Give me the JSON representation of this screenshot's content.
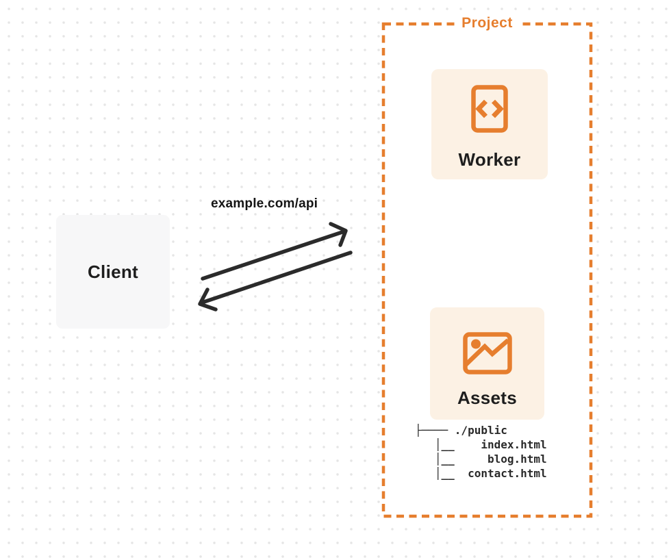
{
  "colors": {
    "orange": "#E67E2E",
    "node_bg": "#FCF1E4",
    "client_bg": "#F7F7F8",
    "ink": "#1E1E1E",
    "arrow": "#2B2B2B",
    "dot": "#E5E5E5"
  },
  "client": {
    "label": "Client"
  },
  "request": {
    "url_label": "example.com/api"
  },
  "arrows": {
    "request_direction": "client-to-project",
    "response_direction": "project-to-client"
  },
  "project": {
    "label": "Project",
    "worker": {
      "label": "Worker",
      "icon": "code-file-icon"
    },
    "assets": {
      "label": "Assets",
      "icon": "image-icon"
    },
    "file_tree": {
      "root": "./public",
      "files": [
        "index.html",
        "blog.html",
        "contact.html"
      ],
      "ascii": "├──── ./public\n   │__    index.html\n   │__     blog.html\n   │__  contact.html"
    }
  }
}
